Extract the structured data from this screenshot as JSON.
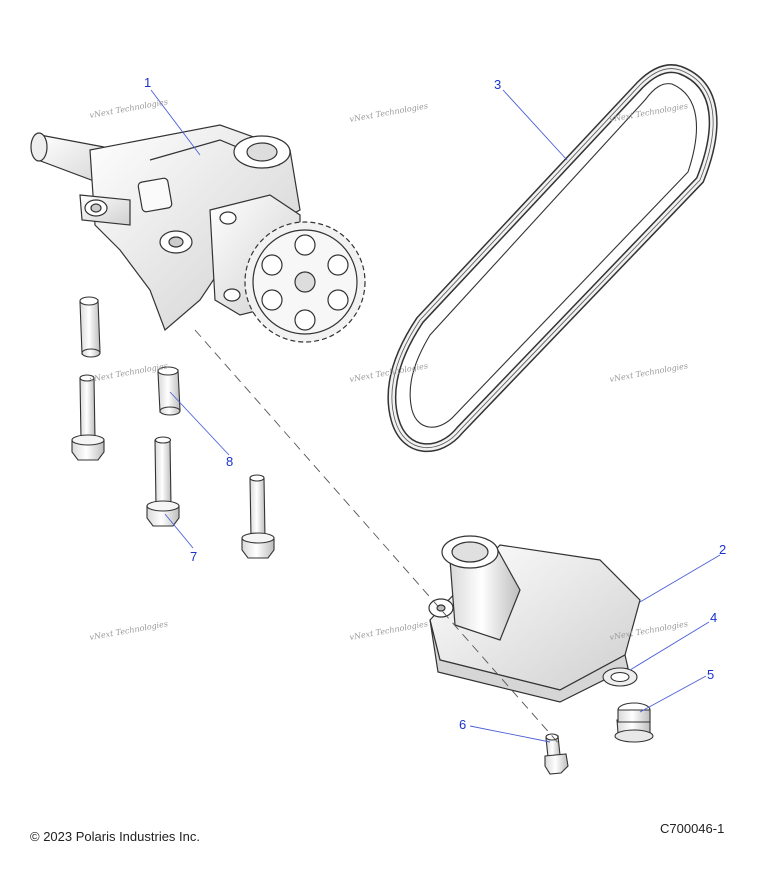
{
  "callouts": {
    "c1": "1",
    "c2": "2",
    "c3": "3",
    "c4": "4",
    "c5": "5",
    "c6": "6",
    "c7": "7",
    "c8": "8"
  },
  "watermark": "vNext Technologies",
  "footer": {
    "copyright": "© 2023 Polaris Industries Inc.",
    "figure_id": "C700046-1"
  },
  "colors": {
    "callout": "#1a33cc",
    "line": "#333333",
    "part_fill": "#f4f4f4"
  }
}
